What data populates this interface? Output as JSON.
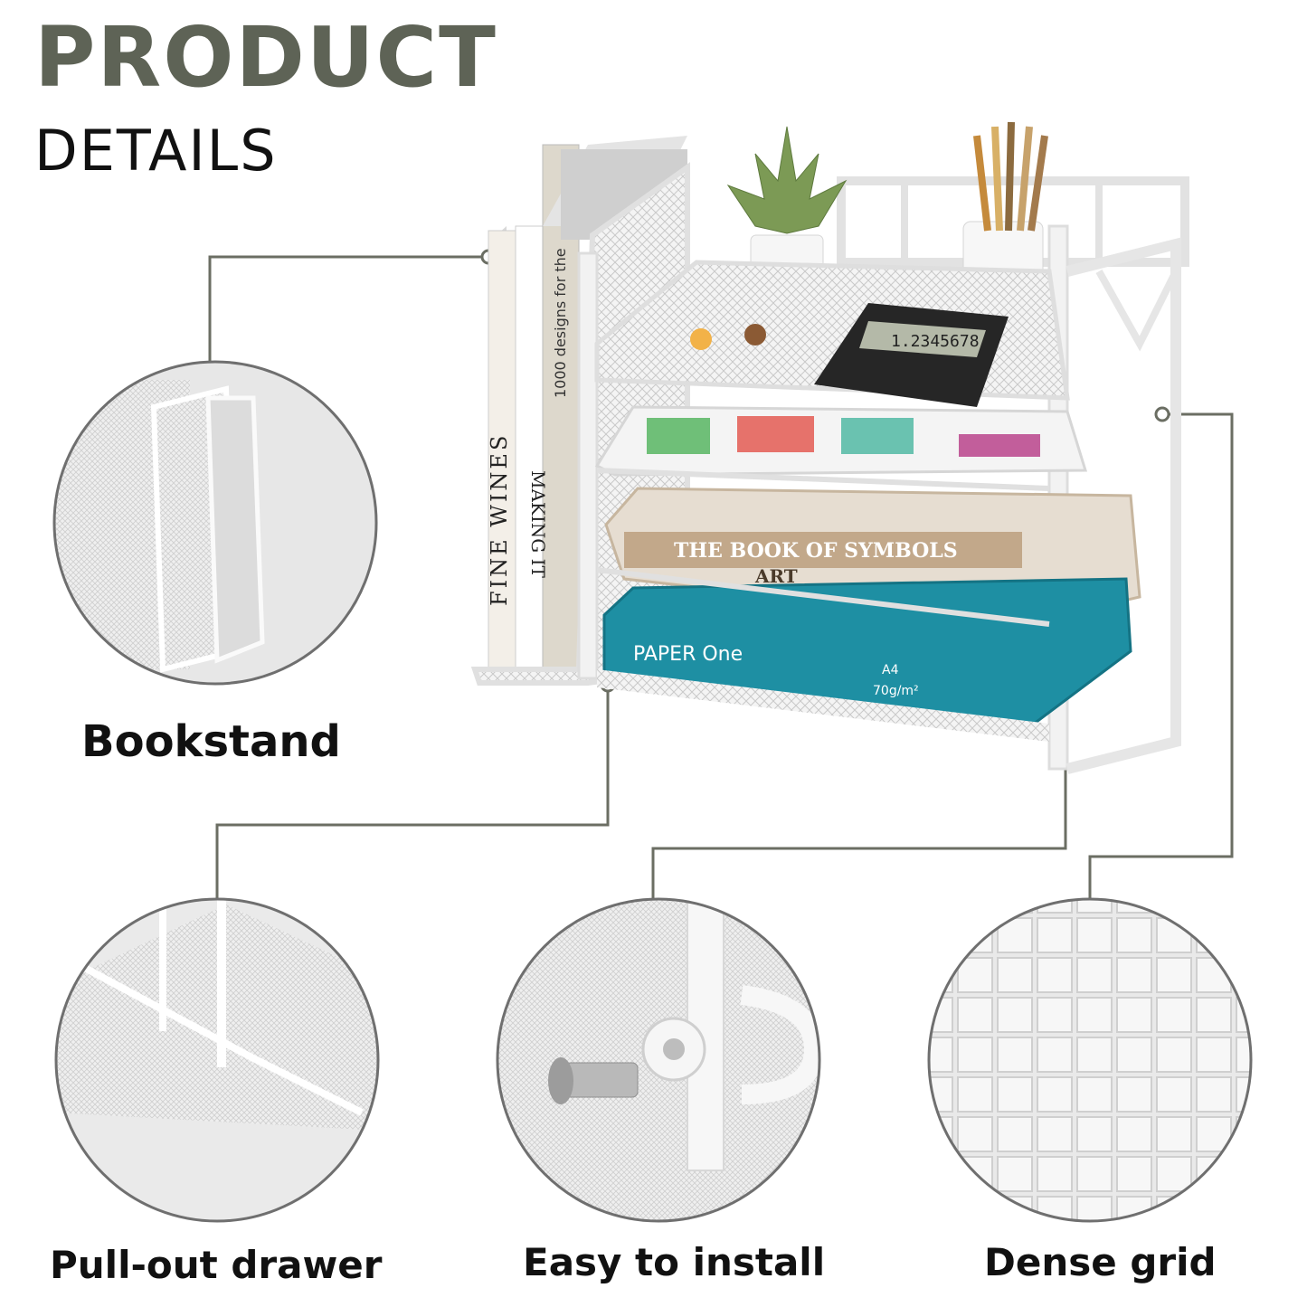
{
  "heading": {
    "title": "PRODUCT",
    "subtitle": "DETAILS"
  },
  "features": {
    "bookstand": "Bookstand",
    "pull_out_drawer": "Pull-out drawer",
    "easy_install": "Easy to install",
    "dense_grid": "Dense grid"
  },
  "product_labels": {
    "book1": "FINE WINES",
    "book2": "MAKING IT",
    "book3": "1000 designs for the",
    "book_symbols_title": "THE BOOK OF SYMBOLS",
    "book_art": "ART",
    "paper_brand": "PAPER One",
    "paper_size": "A4",
    "paper_weight": "70g/m²",
    "calculator_display": "1.2345678"
  },
  "colors": {
    "heading_accent": "#5e6356",
    "connector_line": "#6b6e63",
    "mesh": "#c9c9c9",
    "frame": "#efefef",
    "paper_box": "#1e8fa3",
    "book_brown": "#c2a88a"
  }
}
